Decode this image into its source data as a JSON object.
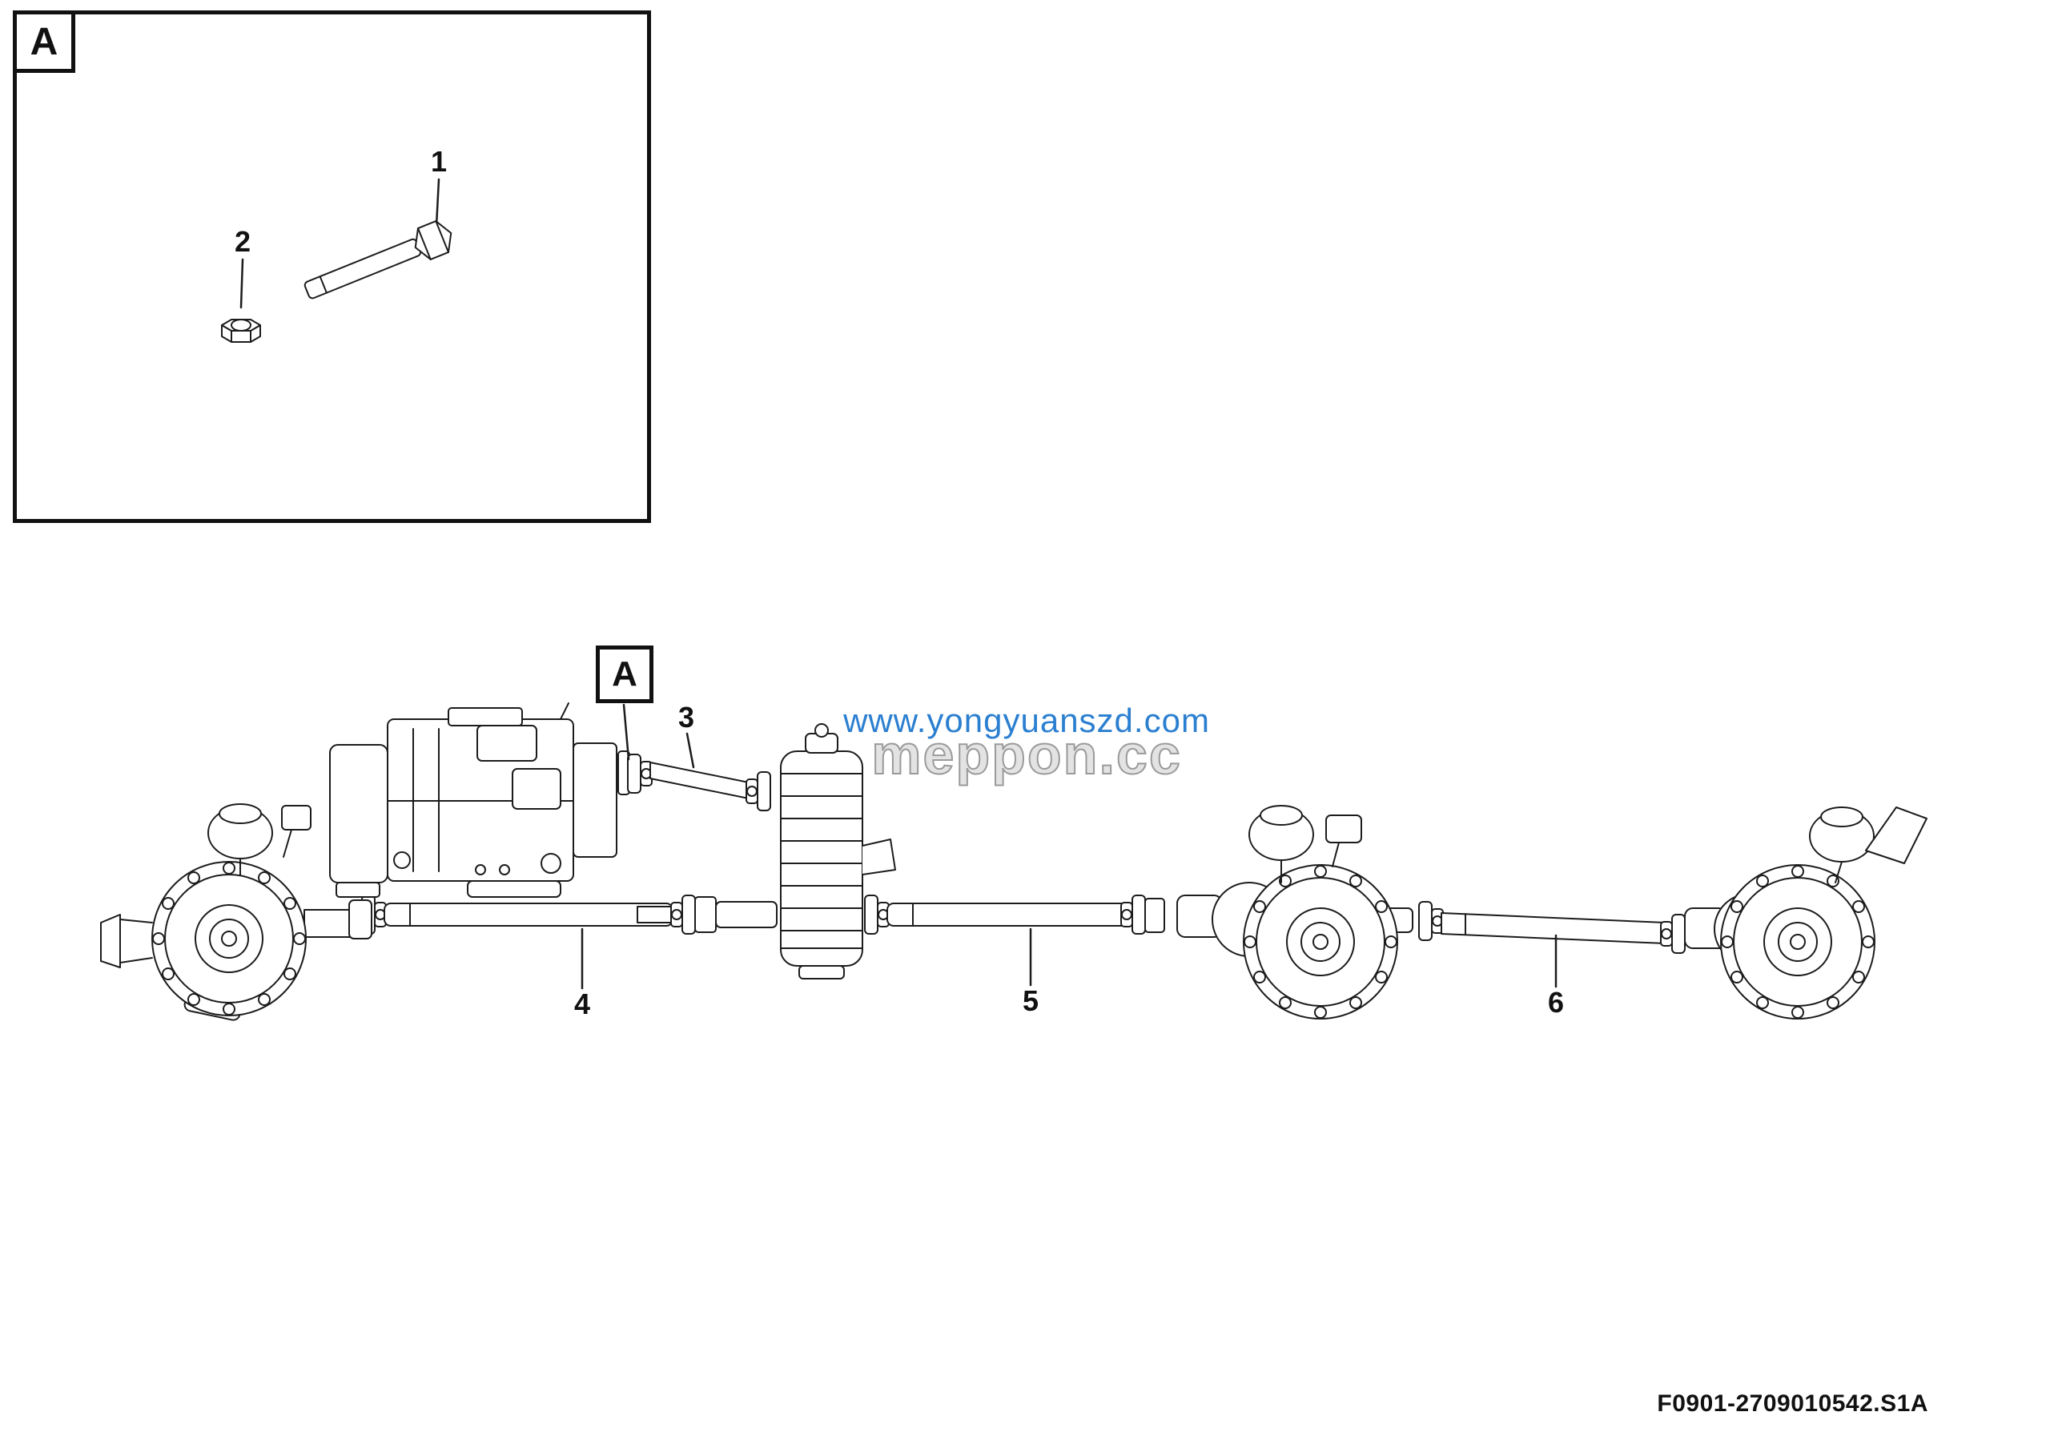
{
  "figure": {
    "detail_label": "A",
    "section_label": "A",
    "callouts": {
      "c1": "1",
      "c2": "2",
      "c3": "3",
      "c4": "4",
      "c5": "5",
      "c6": "6"
    },
    "watermarks": {
      "line1": "www.yongyuanszd.com",
      "line2": "meppon.cc"
    },
    "part_number": "F0901-2709010542.S1A",
    "colors": {
      "line": "#1c1c1c",
      "watermark_blue": "#2b7fd0",
      "watermark_gray": "#9a9a9a",
      "background": "#ffffff"
    }
  }
}
